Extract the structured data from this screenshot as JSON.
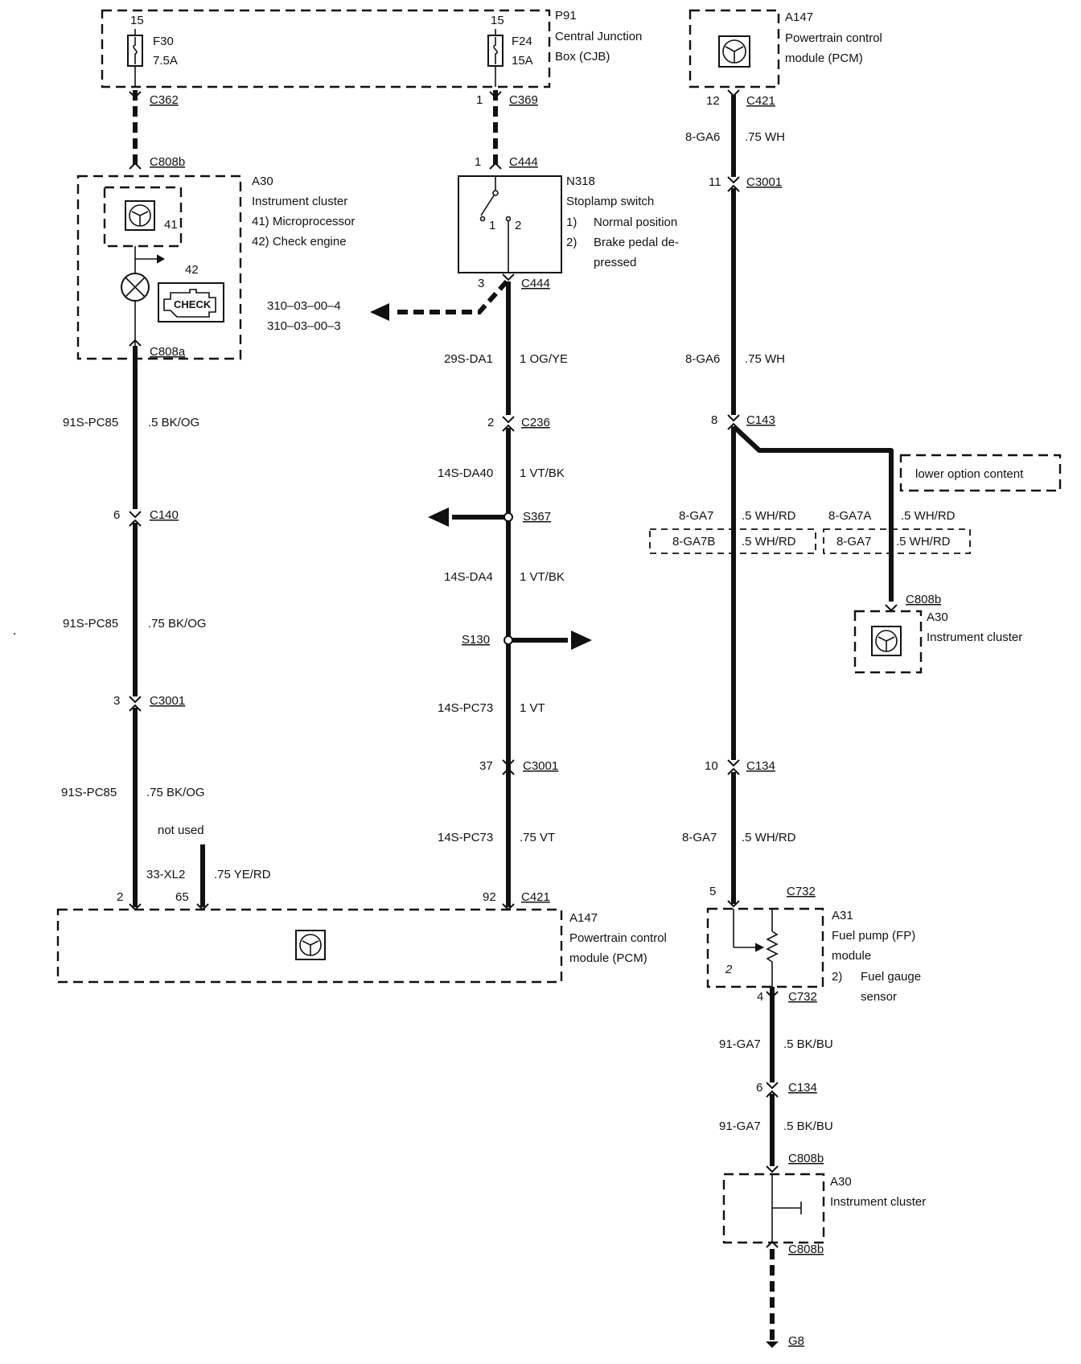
{
  "fuse_f30": {
    "pin": "15",
    "name": "F30",
    "rating": "7.5A"
  },
  "fuse_f24": {
    "pin": "15",
    "name": "F24",
    "rating": "15A"
  },
  "cjb": {
    "id": "P91",
    "line1": "Central Junction",
    "line2": "Box (CJB)"
  },
  "pcm_top": {
    "id": "A147",
    "line1": "Powertrain control",
    "line2": "module (PCM)"
  },
  "pcm_bottom": {
    "id": "A147",
    "line1": "Powertrain control",
    "line2": "module (PCM)"
  },
  "cluster_main": {
    "id": "A30",
    "title": "Instrument cluster",
    "item41": "41)  Microprocessor",
    "item42": "42)  Check engine",
    "num41": "41",
    "num42": "42",
    "lamp_text": "CHECK"
  },
  "stoplamp": {
    "id": "N318",
    "title": "Stoplamp switch",
    "item1_num": "1)",
    "item1": "Normal position",
    "item2_num": "2)",
    "item2a": "Brake pedal de-",
    "item2b": "pressed",
    "contact1": "1",
    "contact2": "2"
  },
  "cluster_right": {
    "id": "A30",
    "title": "Instrument cluster"
  },
  "fp_module": {
    "id": "A31",
    "line1": "Fuel pump (FP)",
    "line2": "module",
    "item_num": "2)",
    "item_a": "Fuel gauge",
    "item_b": "sensor",
    "inner": "2"
  },
  "cluster_bottom": {
    "id": "A30",
    "title": "Instrument cluster"
  },
  "references": [
    "310–03–00–4",
    "310–03–00–3"
  ],
  "option_box": "lower option content",
  "not_used": "not used",
  "connectors": {
    "c362": "C362",
    "c369_pin": "1",
    "c369": "C369",
    "c808b_1": "C808b",
    "c444a_pin": "1",
    "c444a": "C444",
    "c444b_pin": "3",
    "c444b": "C444",
    "c808a": "C808a",
    "c236_pin": "2",
    "c236": "C236",
    "c140_pin": "6",
    "c140": "C140",
    "s367": "S367",
    "s130": "S130",
    "c3001l_pin": "3",
    "c3001l": "C3001",
    "c3001m_pin": "37",
    "c3001m": "C3001",
    "pcm_pin_2": "2",
    "pcm_pin_65": "65",
    "pcm_pin_92": "92",
    "c421b": "C421",
    "c421a_pin": "12",
    "c421a": "C421",
    "c3001r_pin": "11",
    "c3001r": "C3001",
    "c143_pin": "8",
    "c143": "C143",
    "c808b_2": "C808b",
    "c134a_pin": "10",
    "c134a": "C134",
    "c732a_pin": "5",
    "c732a": "C732",
    "c732b_pin": "4",
    "c732b": "C732",
    "c134b_pin": "6",
    "c134b": "C134",
    "c808b_3": "C808b",
    "c808b_4": "C808b",
    "g8": "G8"
  },
  "wires": {
    "l1_id": "91S-PC85",
    "l1_spec": ".5 BK/OG",
    "l2_id": "91S-PC85",
    "l2_spec": ".75 BK/OG",
    "l3_id": "91S-PC85",
    "l3_spec": ".75 BK/OG",
    "l4_id": "33-XL2",
    "l4_spec": ".75 YE/RD",
    "m1_id": "29S-DA1",
    "m1_spec": "1 OG/YE",
    "m2_id": "14S-DA40",
    "m2_spec": "1 VT/BK",
    "m3_id": "14S-DA4",
    "m3_spec": "1 VT/BK",
    "m4_id": "14S-PC73",
    "m4_spec": "1 VT",
    "m5_id": "14S-PC73",
    "m5_spec": ".75 VT",
    "r1_id": "8-GA6",
    "r1_spec": ".75 WH",
    "r2_id": "8-GA6",
    "r2_spec": ".75 WH",
    "r3_id": "8-GA7",
    "r3_spec": ".5 WH/RD",
    "r3b_id": "8-GA7B",
    "r3b_spec": ".5 WH/RD",
    "r4_id": "8-GA7A",
    "r4_spec": ".5 WH/RD",
    "r4b_id": "8-GA7",
    "r4b_spec": ".5 WH/RD",
    "r5_id": "8-GA7",
    "r5_spec": ".5 WH/RD",
    "r6_id": "91-GA7",
    "r6_spec": ".5 BK/BU",
    "r7_id": "91-GA7",
    "r7_spec": ".5 BK/BU"
  }
}
